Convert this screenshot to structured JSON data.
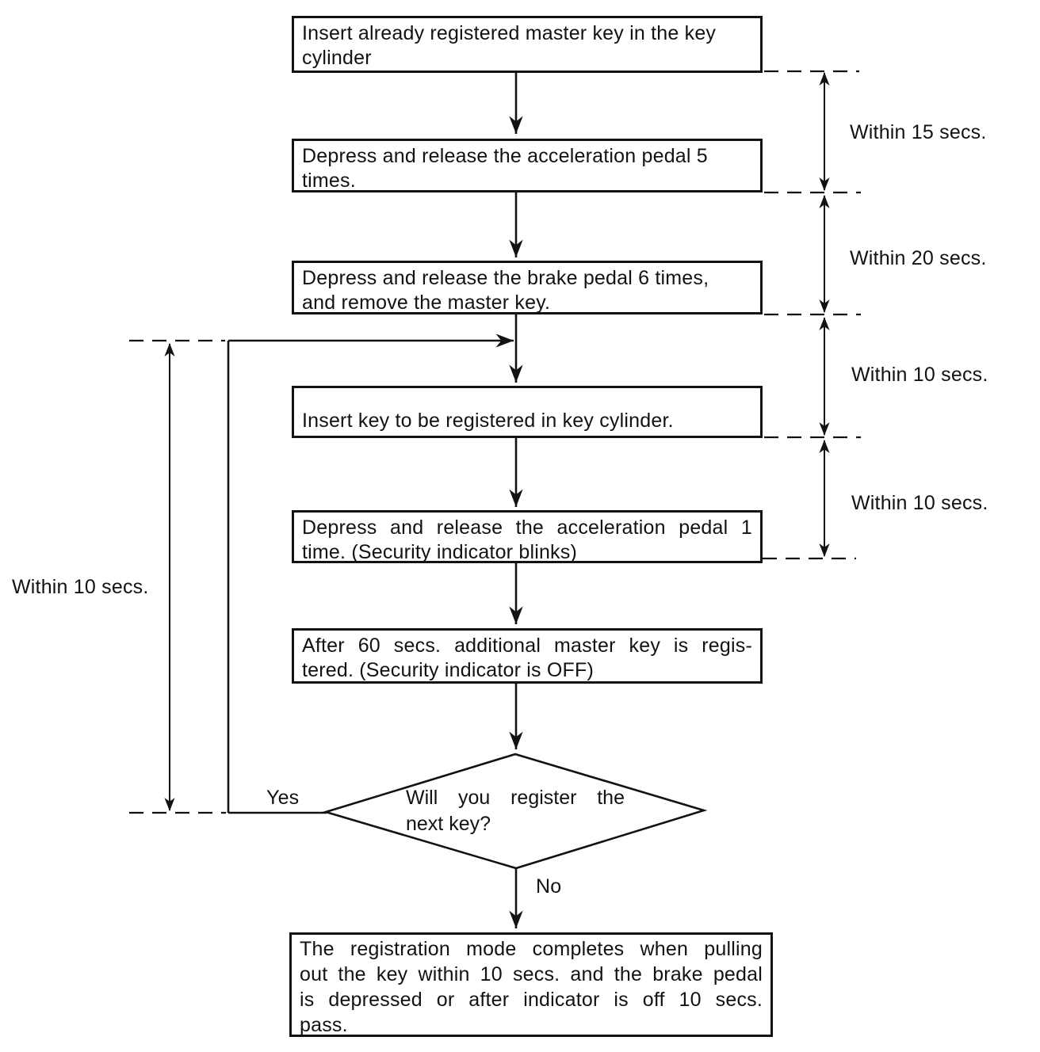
{
  "diagram": {
    "type": "flowchart",
    "colors": {
      "ink": "#121212",
      "background": "#ffffff"
    },
    "boxes": [
      {
        "lines": [
          "Insert already registered master key in the key",
          "cylinder"
        ]
      },
      {
        "lines": [
          "Depress and release the acceleration pedal 5",
          "times."
        ]
      },
      {
        "lines": [
          "Depress and release the brake pedal 6 times,",
          "and remove the master key."
        ]
      },
      {
        "lines": [
          "Insert key to be registered in key cylinder."
        ]
      },
      {
        "lines": [
          "Depress and release the acceleration pedal 1",
          "time. (Security indicator blinks)"
        ]
      },
      {
        "lines": [
          "After 60 secs. additional master key is regis-",
          "tered. (Security indicator is OFF)"
        ]
      },
      {
        "lines": [
          "The registration mode completes when pulling",
          "out the key within 10 secs. and the brake pedal",
          "is depressed or after indicator is off 10 secs.",
          "pass."
        ]
      }
    ],
    "decision": {
      "lines": [
        "Will you register the",
        "next key?"
      ]
    },
    "branch_labels": {
      "yes": "Yes",
      "no": "No"
    },
    "timing_labels": {
      "right": [
        "Within 15 secs.",
        "Within 20 secs.",
        "Within 10 secs.",
        "Within 10 secs."
      ],
      "left": "Within 10 secs."
    }
  }
}
